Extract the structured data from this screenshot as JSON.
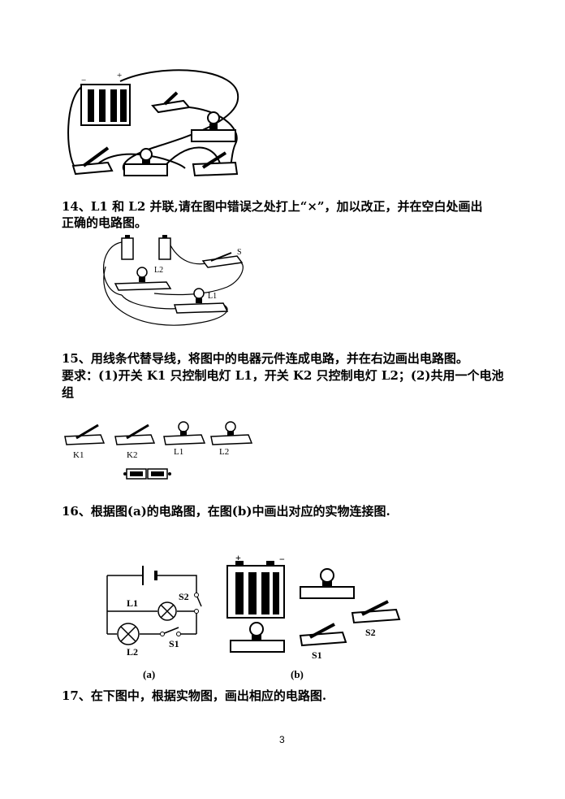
{
  "q14": {
    "line1": "14、L1 和 L2 并联,请在图中错误之处打上“×”，加以改正，并在空白处画出",
    "line2": "正确的电路图。",
    "labels": {
      "l2": "L2",
      "l1": "L1",
      "s": "S"
    }
  },
  "q15": {
    "line1": "15、用线条代替导线，将图中的电器元件连成电路，并在右边画出电路图。",
    "line2": "要求：(1)开关 K1 只控制电灯 L1，开关 K2 只控制电灯 L2；(2)共用一个电池",
    "line3": "组",
    "labels": {
      "k1": "K1",
      "k2": "K2",
      "l1": "L1",
      "l2": "L2"
    }
  },
  "q16": {
    "line1": "16、根据图(a)的电路图，在图(b)中画出对应的实物连接图.",
    "labels": {
      "l1": "L1",
      "l2": "L2",
      "s1": "S1",
      "s2": "S2",
      "fig_a": "(a)",
      "fig_b": "(b)",
      "s1_b": "S1",
      "s2_b": "S2",
      "plus": "+",
      "minus": "−"
    }
  },
  "q17": {
    "line1": "17、在下图中，根据实物图，画出相应的电路图."
  },
  "page_number": "3"
}
